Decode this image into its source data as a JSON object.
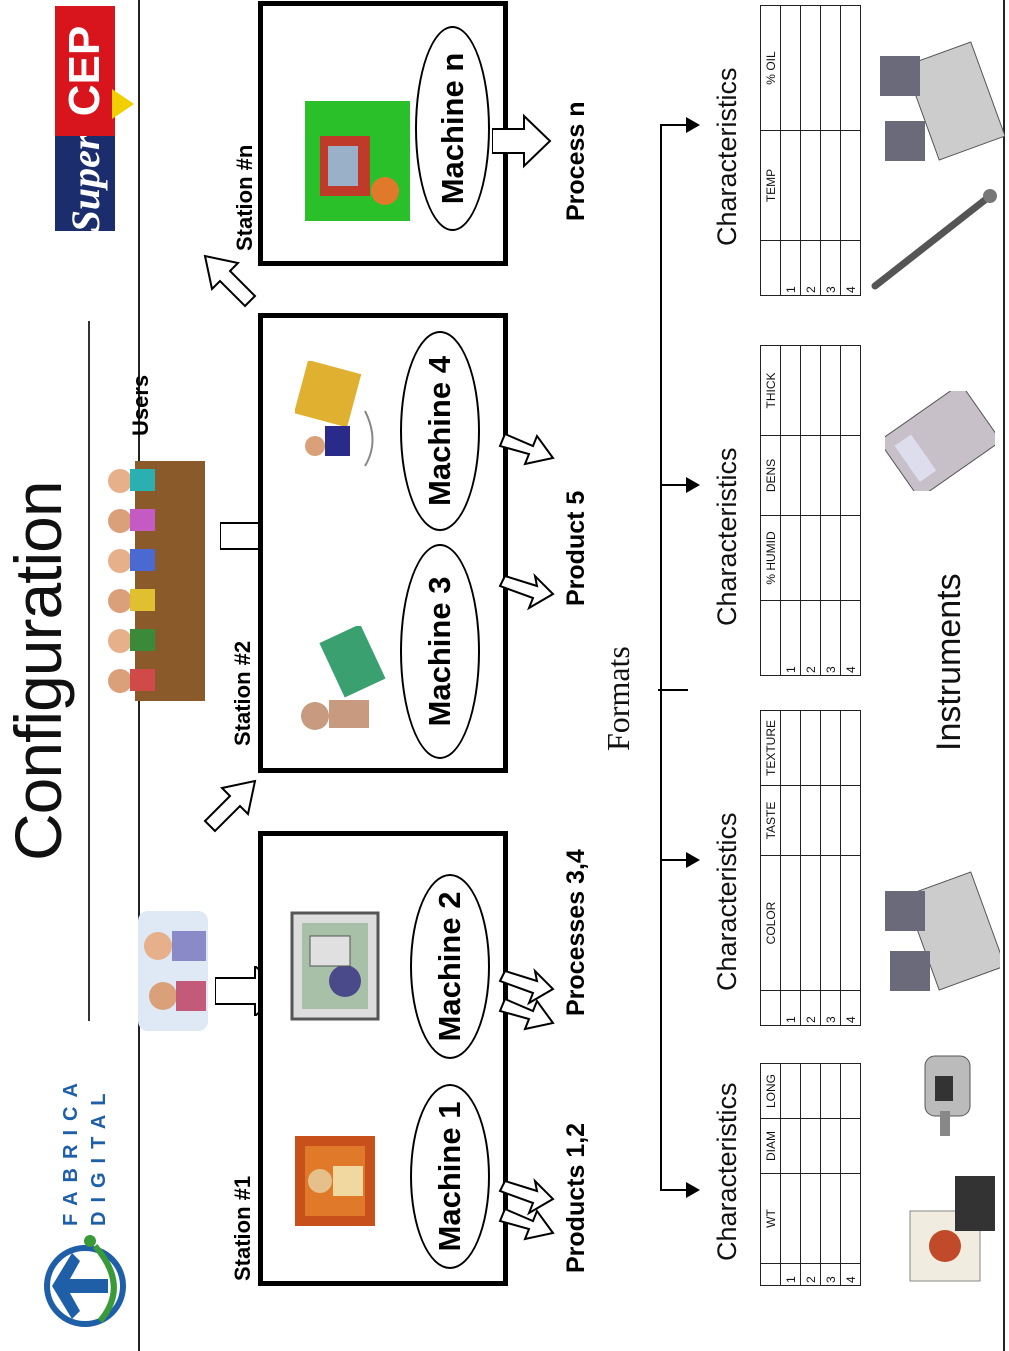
{
  "title": "Configuration",
  "logos": {
    "super": "Super",
    "cep": "CEP",
    "fabrica_line1": "FABRICA",
    "fabrica_line2": "DIGITAL"
  },
  "users_label": "Users",
  "stations": [
    {
      "label": "Station #1",
      "machines": [
        "Machine 1",
        "Machine 2"
      ]
    },
    {
      "label": "Station #2",
      "machines": [
        "Machine 3",
        "Machine 4"
      ]
    },
    {
      "label": "Station #n",
      "machines": [
        "Machine n"
      ]
    }
  ],
  "outputs": [
    "Products 1,2",
    "Processes 3,4",
    "Product 5",
    "Process n"
  ],
  "formats_label": "Formats",
  "instruments_label": "Instruments",
  "characteristics": [
    {
      "title": "Characteristics",
      "columns": [
        "WT",
        "DIAM",
        "LONG"
      ],
      "rows": [
        "1",
        "2",
        "3",
        "4"
      ]
    },
    {
      "title": "Characteristics",
      "columns": [
        "COLOR",
        "TASTE",
        "TEXTURE"
      ],
      "rows": [
        "1",
        "2",
        "3",
        "4"
      ]
    },
    {
      "title": "Characteristics",
      "columns": [
        "% HUMID",
        "DENS",
        "THICK"
      ],
      "rows": [
        "1",
        "2",
        "3",
        "4"
      ]
    },
    {
      "title": "Characteristics",
      "columns": [
        "TEMP",
        "% OIL"
      ],
      "rows": [
        "1",
        "2",
        "3",
        "4"
      ]
    }
  ],
  "colors": {
    "accent_blue": "#1f5fa8",
    "accent_red": "#d8141c",
    "navy": "#1c2d6e"
  }
}
